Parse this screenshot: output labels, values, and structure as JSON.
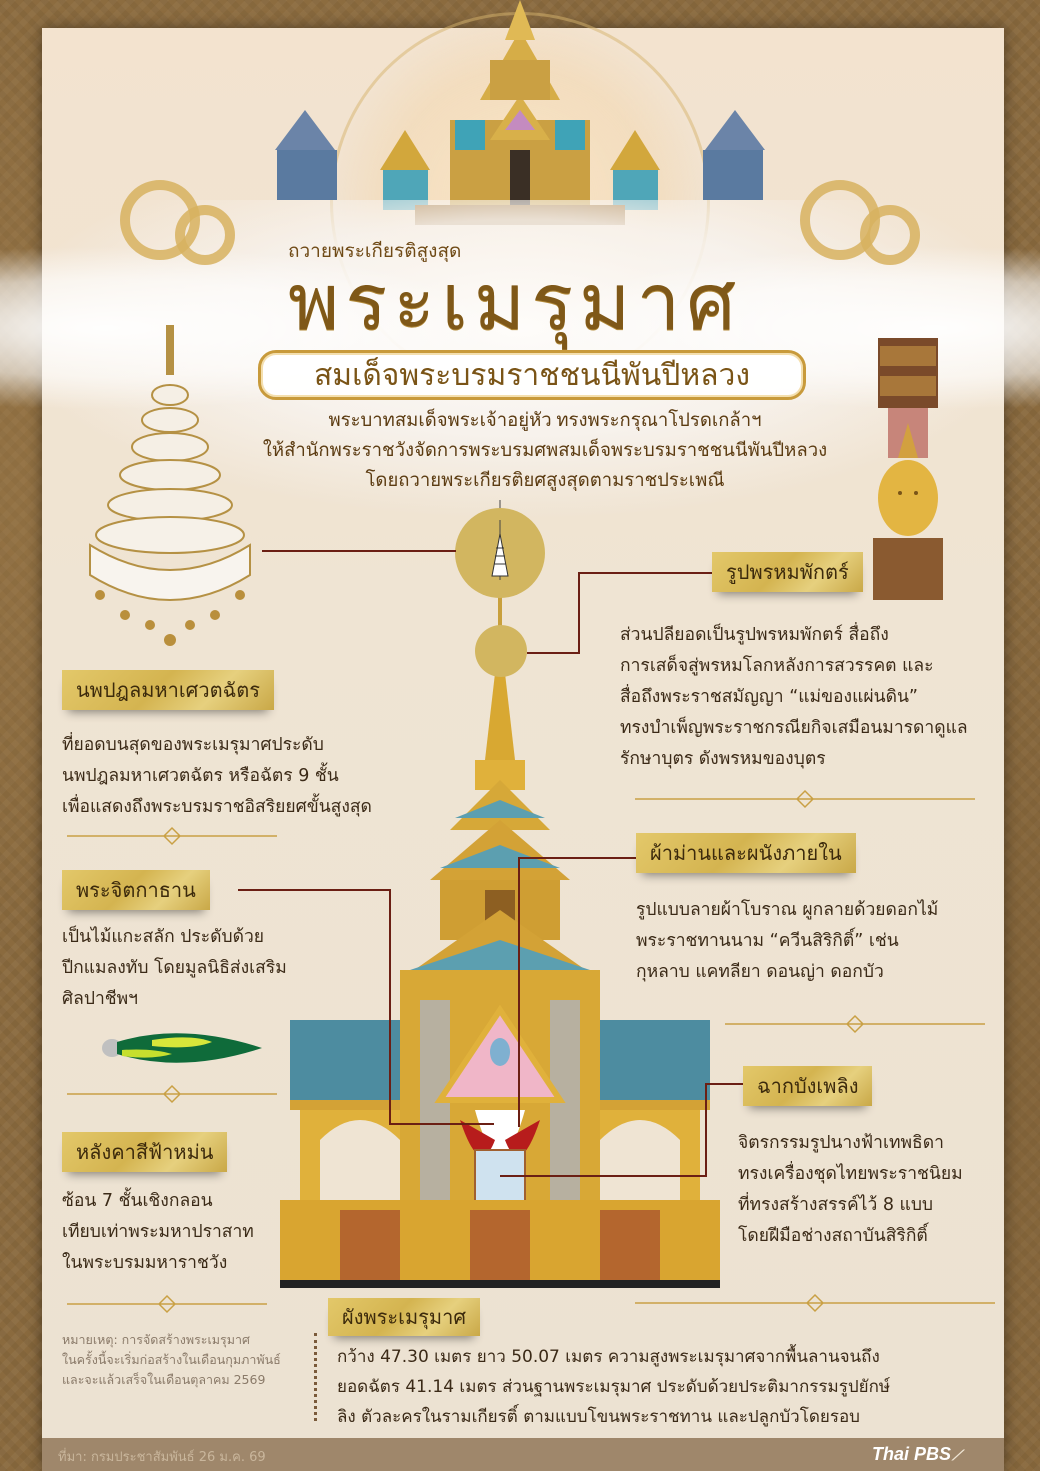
{
  "header": {
    "kicker": "ถวายพระเกียรติสูงสุด",
    "title": "พระเมรุมาศ",
    "subtitle": "สมเด็จพระบรมราชชนนีพันปีหลวง",
    "intro": [
      "พระบาทสมเด็จพระเจ้าอยู่หัว ทรงพระกรุณาโปรดเกล้าฯ",
      "ให้สำนักพระราชวังจัดการพระบรมศพสมเด็จพระบรมราชชนนีพันปีหลวง",
      "โดยถวายพระเกียรติยศสูงสุดตามราชประเพณี"
    ]
  },
  "sections": {
    "umbrella": {
      "label": "นพปฎลมหาเศวตฉัตร",
      "lines": [
        "ที่ยอดบนสุดของพระเมรุมาศประดับ",
        "นพปฎลมหาเศวตฉัตร หรือฉัตร 9 ชั้น",
        "เพื่อแสดงถึงพระบรมราชอิสริยยศขั้นสูงสุด"
      ]
    },
    "brahma_face": {
      "label": "รูปพรหมพักตร์",
      "lines": [
        "ส่วนปลียอดเป็นรูปพรหมพักตร์ สื่อถึง",
        "การเสด็จสู่พรหมโลกหลังการสวรรคต และ",
        "สื่อถึงพระราชสมัญญา “แม่ของแผ่นดิน”",
        "ทรงบำเพ็ญพระราชกรณียกิจเสมือนมารดาดูแล",
        "รักษาบุตร ดังพรหมของบุตร"
      ]
    },
    "awning": {
      "label": "พระจิตกาธาน",
      "lines": [
        "เป็นไม้แกะสลัก ประดับด้วย",
        "ปีกแมลงทับ โดยมูลนิธิส่งเสริม",
        "ศิลปาชีพฯ"
      ]
    },
    "curtain": {
      "label": "ผ้าม่านและผนังภายใน",
      "lines": [
        "รูปแบบลายผ้าโบราณ ผูกลายด้วยดอกไม้",
        "พระราชทานนาม “ควีนสิริกิติ์” เช่น",
        "กุหลาบ แคทลียา ดอนญ่า ดอกบัว"
      ]
    },
    "screen": {
      "label": "ฉากบังเพลิง",
      "lines": [
        "จิตรกรรมรูปนางฟ้าเทพธิดา",
        "ทรงเครื่องชุดไทยพระราชนิยม",
        "ที่ทรงสร้างสรรค์ไว้ 8 แบบ",
        "โดยฝีมือช่างสถาบันสิริกิติ์"
      ]
    },
    "roof": {
      "label": "หลังคาสีฟ้าหม่น",
      "lines": [
        "ซ้อน 7 ชั้นเชิงกลอน",
        "เทียบเท่าพระมหาปราสาท",
        "ในพระบรมมหาราชวัง"
      ]
    },
    "plan": {
      "label": "ผังพระเมรุมาศ",
      "lines": [
        "กว้าง 47.30 เมตร ยาว 50.07 เมตร ความสูงพระเมรุมาศจากพื้นลานจนถึง",
        "ยอดฉัตร 41.14 เมตร ส่วนฐานพระเมรุมาศ ประดับด้วยประติมากรรมรูปยักษ์",
        "ลิง ตัวละครในรามเกียรติ์ ตามแบบโขนพระราชทาน และปลูกบัวโดยรอบ"
      ]
    }
  },
  "note": {
    "lines": [
      "หมายเหตุ: การจัดสร้างพระเมรุมาศ",
      "ในครั้งนี้จะเริ่มก่อสร้างในเดือนกุมภาพันธ์",
      "และจะแล้วเสร็จในเดือนตุลาคม 2569"
    ]
  },
  "footer": {
    "source": "ที่มา: กรมประชาสัมพันธ์ 26 ม.ค. 69",
    "logo": "Thai PBS"
  },
  "colors": {
    "gold": "#d4b450",
    "connector": "#6b1f14",
    "title": "#7f5818",
    "roof_blue": "#3f8aa3"
  }
}
